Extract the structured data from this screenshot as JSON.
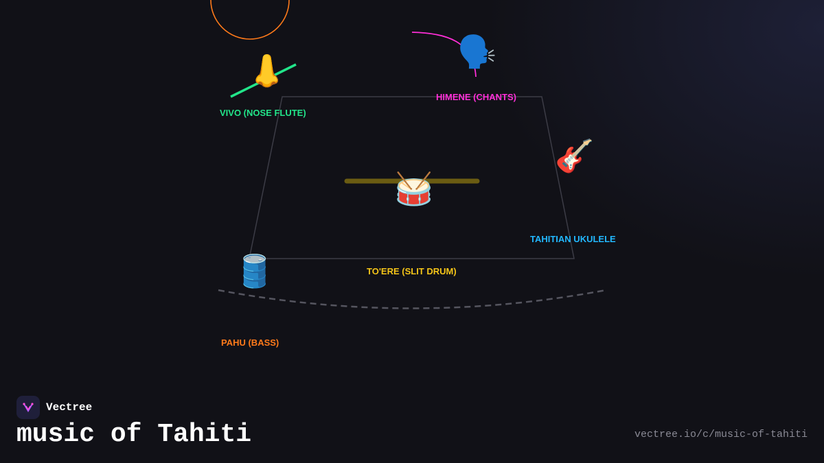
{
  "brand": {
    "name": "Vectree",
    "icon": "vectree-logo-icon"
  },
  "title": "music of Tahiti",
  "url": "vectree.io/c/music-of-tahiti",
  "colors": {
    "background": "#111117",
    "vivo": "#22e58a",
    "himene": "#ff2fd8",
    "ukulele": "#22b8ff",
    "toere": "#f5c518",
    "pahu": "#ff7a1a",
    "stage_outline": "#3c3c46"
  },
  "instruments": {
    "vivo": {
      "label": "VIVO (NOSE FLUTE)",
      "icon": "nose-icon",
      "emoji": "👃"
    },
    "himene": {
      "label": "HIMENE (CHANTS)",
      "icon": "speaking-head-icon",
      "emoji": "🗣️"
    },
    "ukulele": {
      "label": "TAHITIAN UKULELE",
      "icon": "guitar-icon",
      "emoji": "🎸"
    },
    "toere": {
      "label": "TO'ERE (SLIT DRUM)",
      "icon": "drum-icon",
      "emoji": "🥁"
    },
    "pahu": {
      "label": "PAHU (BASS)",
      "icon": "barrel-icon",
      "emoji": "🛢️"
    }
  }
}
